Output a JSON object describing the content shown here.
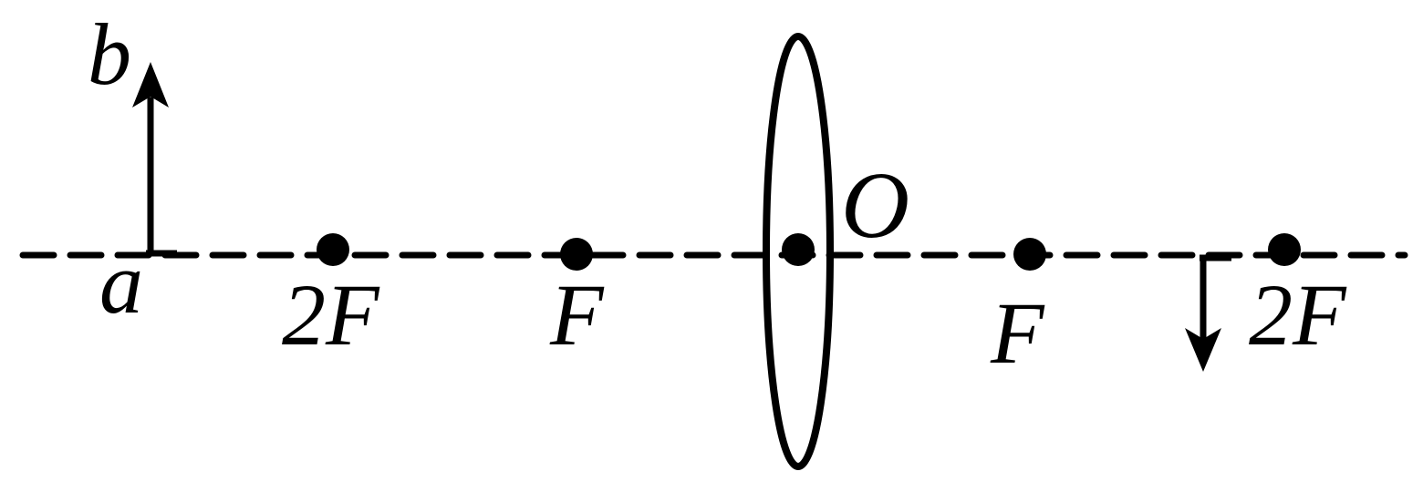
{
  "diagram": {
    "object": {
      "base_label": "a",
      "tip_label": "b"
    },
    "lens": {
      "center_label": "O"
    },
    "points": [
      {
        "name": "left-2f",
        "label": "2F"
      },
      {
        "name": "left-f",
        "label": "F"
      },
      {
        "name": "right-f",
        "label": "F"
      },
      {
        "name": "right-2f",
        "label": "2F"
      }
    ]
  }
}
